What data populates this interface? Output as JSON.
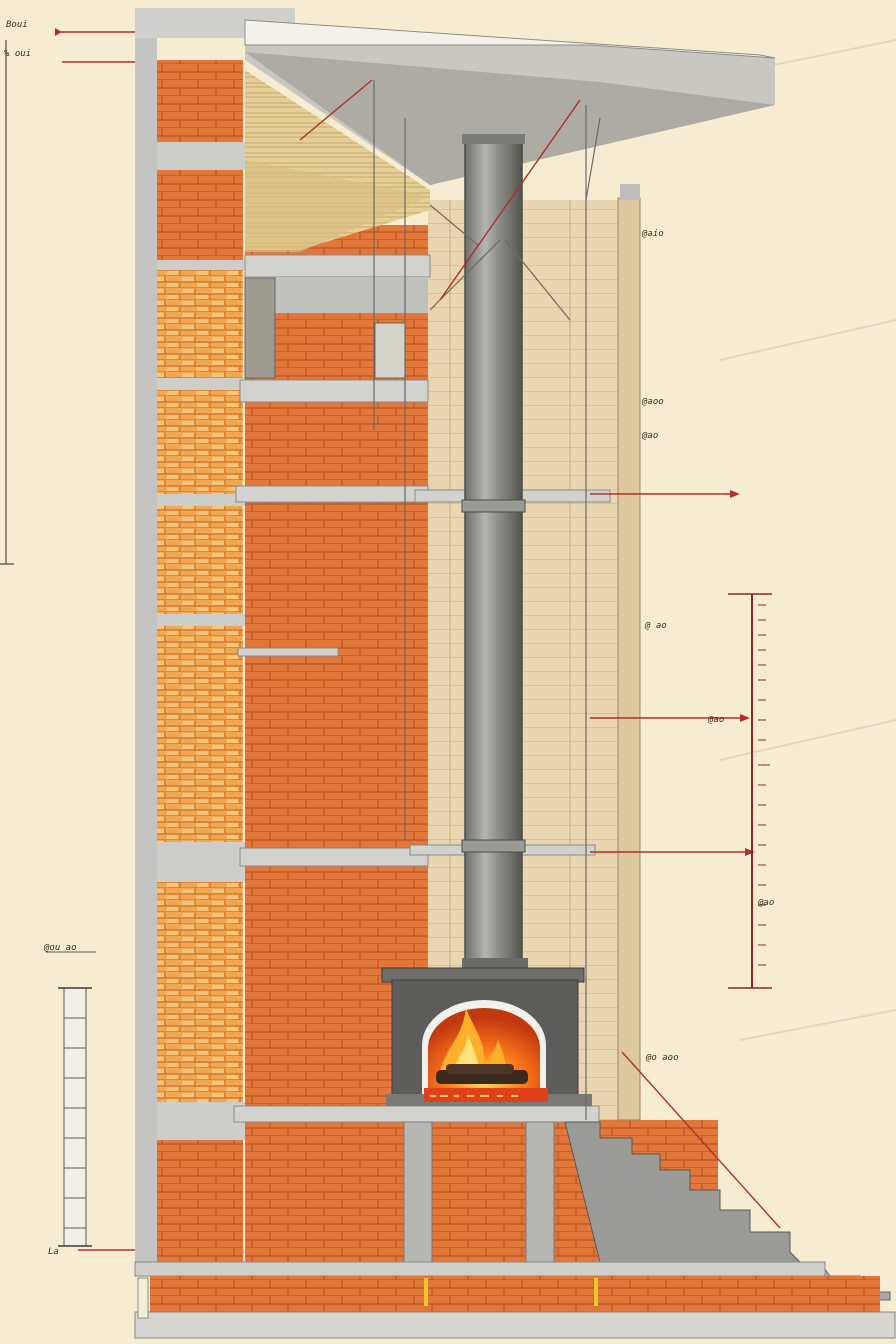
{
  "drawing": {
    "annotations": [
      {
        "id": "top-left-a",
        "text": "Boui"
      },
      {
        "id": "top-left-b",
        "text": "% oui"
      },
      {
        "id": "right-1",
        "text": "@aio"
      },
      {
        "id": "right-2",
        "text": "@aoo"
      },
      {
        "id": "right-3",
        "text": "@ao"
      },
      {
        "id": "right-4",
        "text": "@ ao"
      },
      {
        "id": "right-5",
        "text": "@ao"
      },
      {
        "id": "right-6",
        "text": "@ao"
      },
      {
        "id": "left-scale-label",
        "text": "@ou ao"
      },
      {
        "id": "hearth-label",
        "text": "@o aoo"
      },
      {
        "id": "bottom-left",
        "text": "La"
      }
    ],
    "colors": {
      "paper": "#f6ecd2",
      "brick": "#e0763a",
      "brick_light": "#f0b060",
      "mortar": "#a84a20",
      "concrete": "#c8c8c8",
      "flue": "#8a8a88",
      "firebox": "#5c5c5a",
      "fire": "#ff7a1a",
      "leader_red": "#b0302a",
      "beige_wall": "#e8d4ae"
    },
    "icons": [
      "fire-icon"
    ]
  }
}
